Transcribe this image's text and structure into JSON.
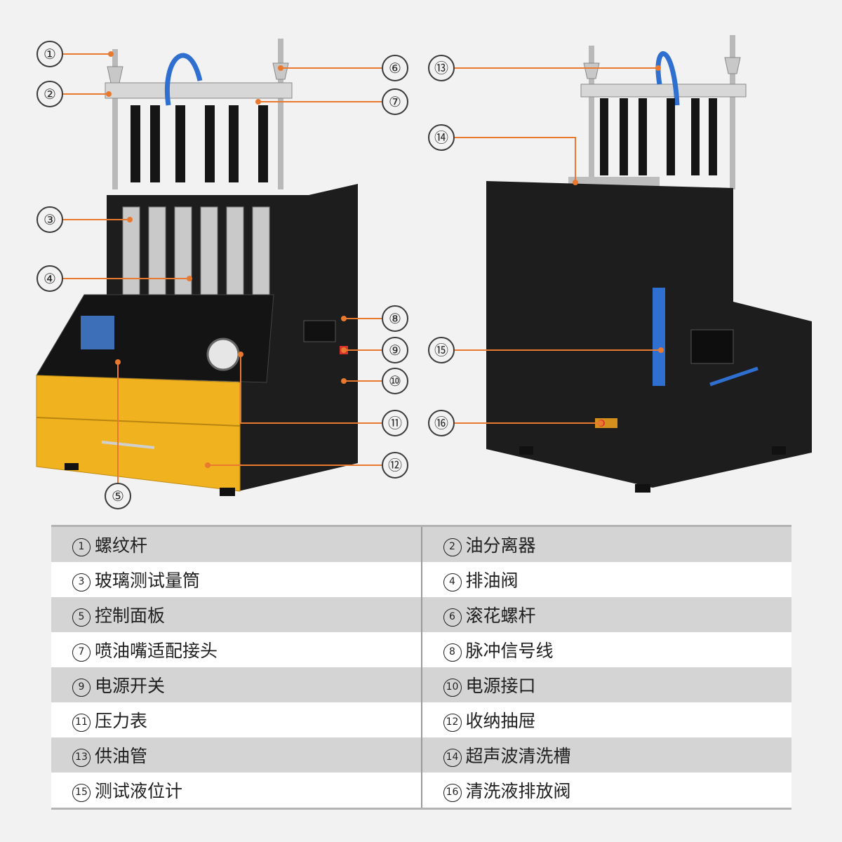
{
  "colors": {
    "background": "#f2f2f2",
    "leader_line": "#e8792f",
    "cabinet": "#1d1d1d",
    "drawer": "#f0b21f",
    "hose": "#2f6fd0",
    "table_row_dark": "#d4d4d4",
    "table_row_light": "#ffffff"
  },
  "callouts": [
    "①",
    "②",
    "③",
    "④",
    "⑤",
    "⑥",
    "⑦",
    "⑧",
    "⑨",
    "⑩",
    "⑪",
    "⑫",
    "⑬",
    "⑭",
    "⑮",
    "⑯"
  ],
  "legend": [
    [
      {
        "num": "1",
        "label": "螺纹杆"
      },
      {
        "num": "2",
        "label": "油分离器"
      }
    ],
    [
      {
        "num": "3",
        "label": "玻璃测试量筒"
      },
      {
        "num": "4",
        "label": "排油阀"
      }
    ],
    [
      {
        "num": "5",
        "label": "控制面板"
      },
      {
        "num": "6",
        "label": "滚花螺杆"
      }
    ],
    [
      {
        "num": "7",
        "label": "喷油嘴适配接头"
      },
      {
        "num": "8",
        "label": "脉冲信号线"
      }
    ],
    [
      {
        "num": "9",
        "label": "电源开关"
      },
      {
        "num": "10",
        "label": "电源接口"
      }
    ],
    [
      {
        "num": "11",
        "label": "压力表"
      },
      {
        "num": "12",
        "label": "收纳抽屉"
      }
    ],
    [
      {
        "num": "13",
        "label": "供油管"
      },
      {
        "num": "14",
        "label": "超声波清洗槽"
      }
    ],
    [
      {
        "num": "15",
        "label": "测试液位计"
      },
      {
        "num": "16",
        "label": "清洗液排放阀"
      }
    ]
  ]
}
